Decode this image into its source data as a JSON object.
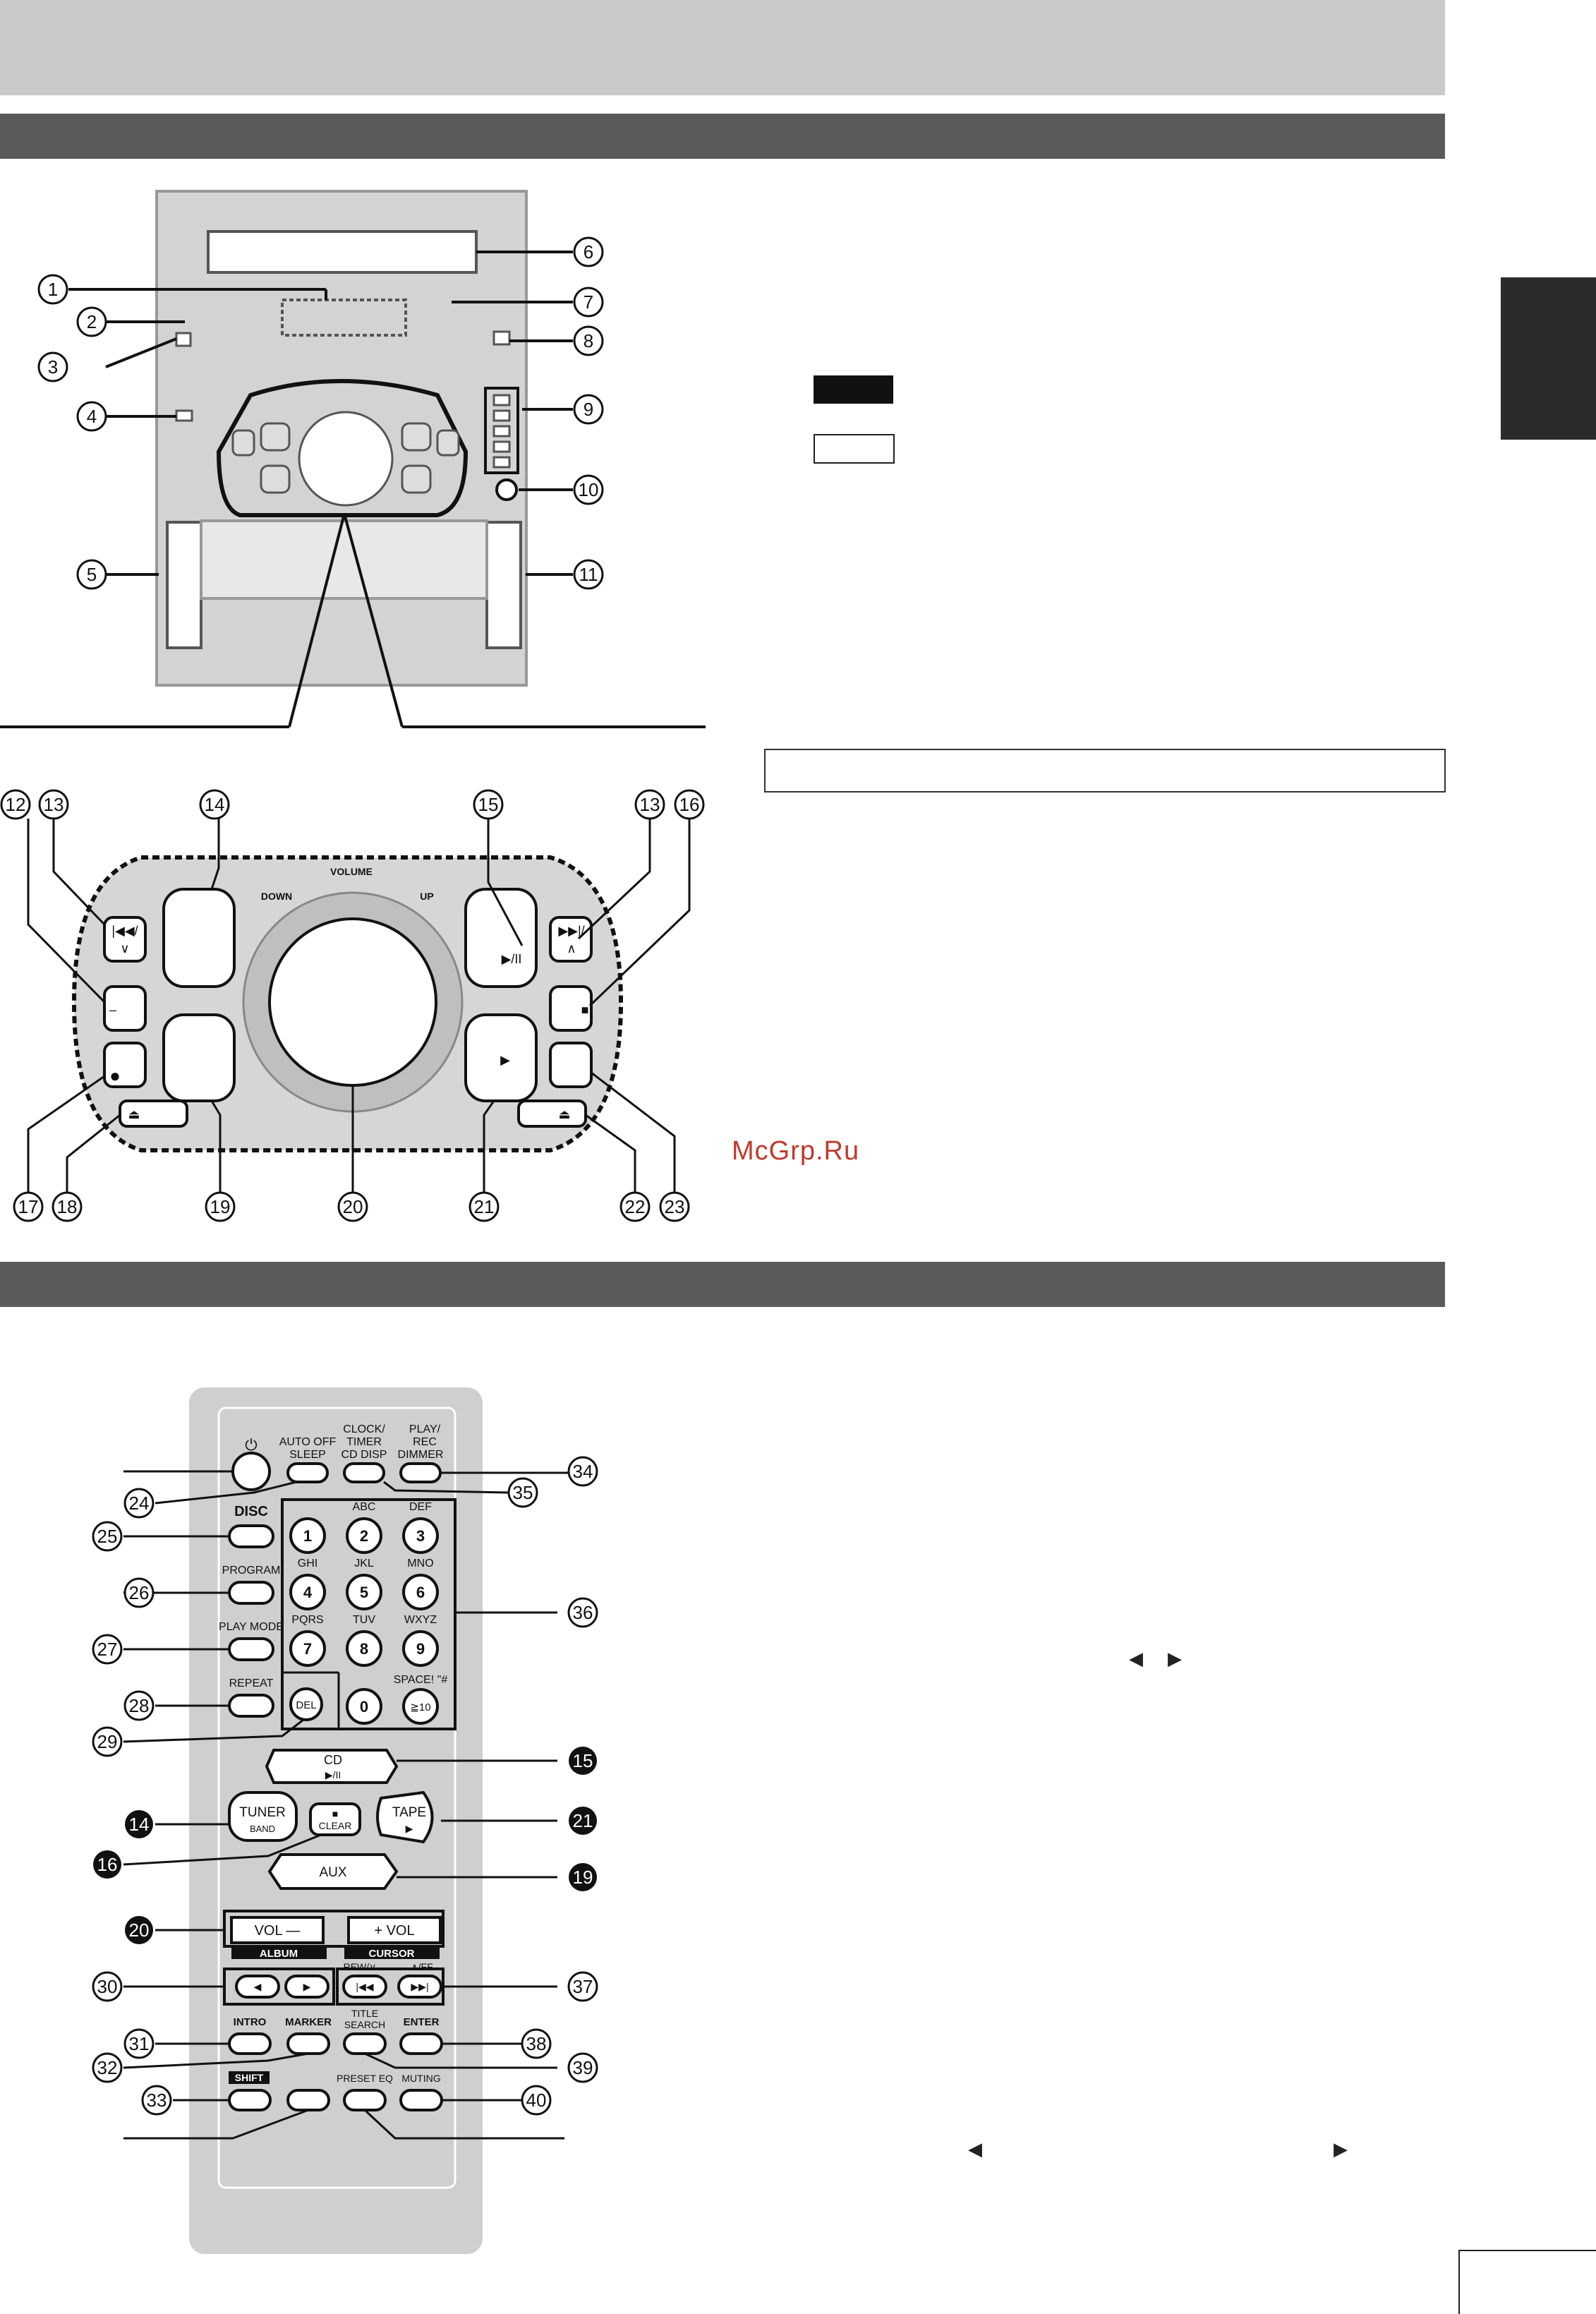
{
  "watermark": "McGrp.Ru",
  "main_unit": {
    "callouts": [
      "1",
      "2",
      "3",
      "4",
      "5",
      "6",
      "7",
      "8",
      "9",
      "10",
      "11"
    ]
  },
  "panel": {
    "callouts": [
      "12",
      "13",
      "14",
      "15",
      "13",
      "16",
      "17",
      "18",
      "19",
      "20",
      "21",
      "22",
      "23"
    ],
    "volume_label": "VOLUME",
    "down_label": "DOWN",
    "up_label": "UP",
    "btn_prev": "|◀◀/",
    "btn_prev_sub": "∨",
    "btn_next": "▶▶|/",
    "btn_next_sub": "∧",
    "btn_playpause": "▶/II",
    "btn_stop": "■",
    "btn_rec": "●",
    "btn_play": "▶",
    "btn_eject": "⏏",
    "btn_dash": "–"
  },
  "remote": {
    "power_icon": "⏻",
    "auto_off": "AUTO OFF",
    "sleep": "SLEEP",
    "clock_timer_1": "CLOCK/",
    "clock_timer_2": "TIMER",
    "cd_disp": "CD DISP",
    "play_rec_1": "PLAY/",
    "play_rec_2": "REC",
    "dimmer": "DIMMER",
    "disc": "DISC",
    "program": "PROGRAM",
    "play_mode": "PLAY MODE",
    "repeat": "REPEAT",
    "del": "DEL",
    "keypad": [
      {
        "num": "1",
        "sub": ""
      },
      {
        "num": "2",
        "sub": "ABC"
      },
      {
        "num": "3",
        "sub": "DEF"
      },
      {
        "num": "4",
        "sub": "GHI"
      },
      {
        "num": "5",
        "sub": "JKL"
      },
      {
        "num": "6",
        "sub": "MNO"
      },
      {
        "num": "7",
        "sub": "PQRS"
      },
      {
        "num": "8",
        "sub": "TUV"
      },
      {
        "num": "9",
        "sub": "WXYZ"
      }
    ],
    "zero": "0",
    "ten": "≧10",
    "space": "SPACE! \"#",
    "cd": "CD",
    "cd_sub": "▶/II",
    "tuner": "TUNER",
    "band": "BAND",
    "clear": "CLEAR",
    "clear_sym": "■",
    "tape": "TAPE",
    "tape_sub": "▶",
    "aux": "AUX",
    "vol_minus": "VOL —",
    "vol_plus": "+ VOL",
    "album": "ALBUM",
    "cursor": "CURSOR",
    "rew": "REW/∨",
    "ff": "∧/FF",
    "intro": "INTRO",
    "marker": "MARKER",
    "title_search_1": "TITLE",
    "title_search_2": "SEARCH",
    "enter": "ENTER",
    "shift": "SHIFT",
    "preset_eq": "PRESET EQ",
    "muting": "MUTING",
    "callouts_left": [
      "24",
      "25",
      "26",
      "27",
      "28",
      "29",
      "14",
      "16",
      "20",
      "30",
      "31",
      "32",
      "33"
    ],
    "callouts_right": [
      "34",
      "35",
      "36",
      "15",
      "21",
      "19",
      "37",
      "38",
      "39",
      "40"
    ]
  }
}
